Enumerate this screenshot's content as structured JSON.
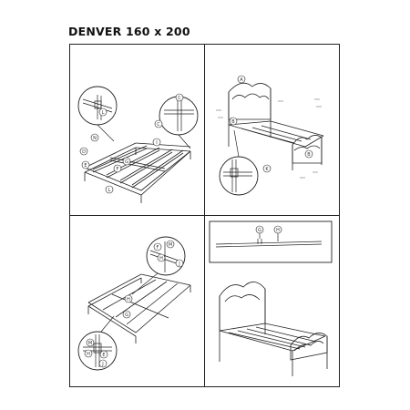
{
  "header": {
    "title": "DENVER 160 x 200"
  },
  "step1": {
    "parts": [
      "L",
      "C",
      "N",
      "D",
      "E",
      "F",
      "G",
      "L",
      "I",
      "C"
    ]
  },
  "step2": {
    "parts": [
      "A",
      "B",
      "K",
      "B"
    ]
  },
  "step3": {
    "parts": [
      "F",
      "M",
      "H",
      "J",
      "H",
      "G",
      "M",
      "H",
      "E",
      "J"
    ]
  },
  "step4": {
    "parts": [
      "G",
      "H"
    ]
  }
}
